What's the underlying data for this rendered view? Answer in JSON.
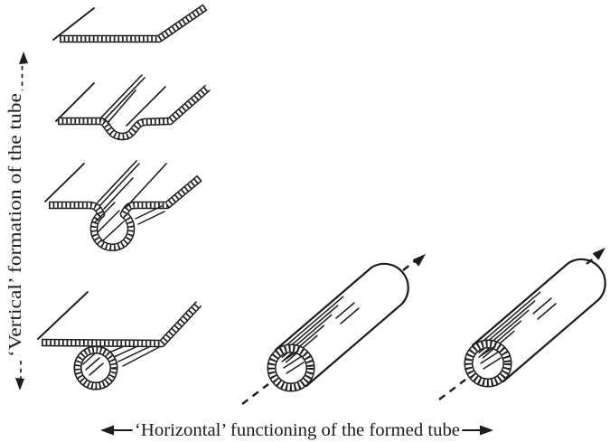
{
  "colors": {
    "ink": "#1c1c1c",
    "background": "#ffffff"
  },
  "axes": {
    "vertical": {
      "label": "‘Vertical’ formation of the tube",
      "arrow_style": "dashed-double-headed"
    },
    "horizontal": {
      "label": "‘Horizontal’ functioning of the formed tube",
      "arrow_style": "solid-double-headed"
    }
  },
  "panels": [
    {
      "id": "stage-1",
      "name": "flat-cell-sheet"
    },
    {
      "id": "stage-2",
      "name": "sheet-with-central-groove"
    },
    {
      "id": "stage-3",
      "name": "deep-fold-nearly-closed"
    },
    {
      "id": "stage-4",
      "name": "closed-tube-beneath-sheet"
    },
    {
      "id": "tube-left",
      "name": "formed-tube-with-long-axis-arrow"
    },
    {
      "id": "tube-right",
      "name": "formed-tube-with-long-axis-arrow"
    }
  ]
}
